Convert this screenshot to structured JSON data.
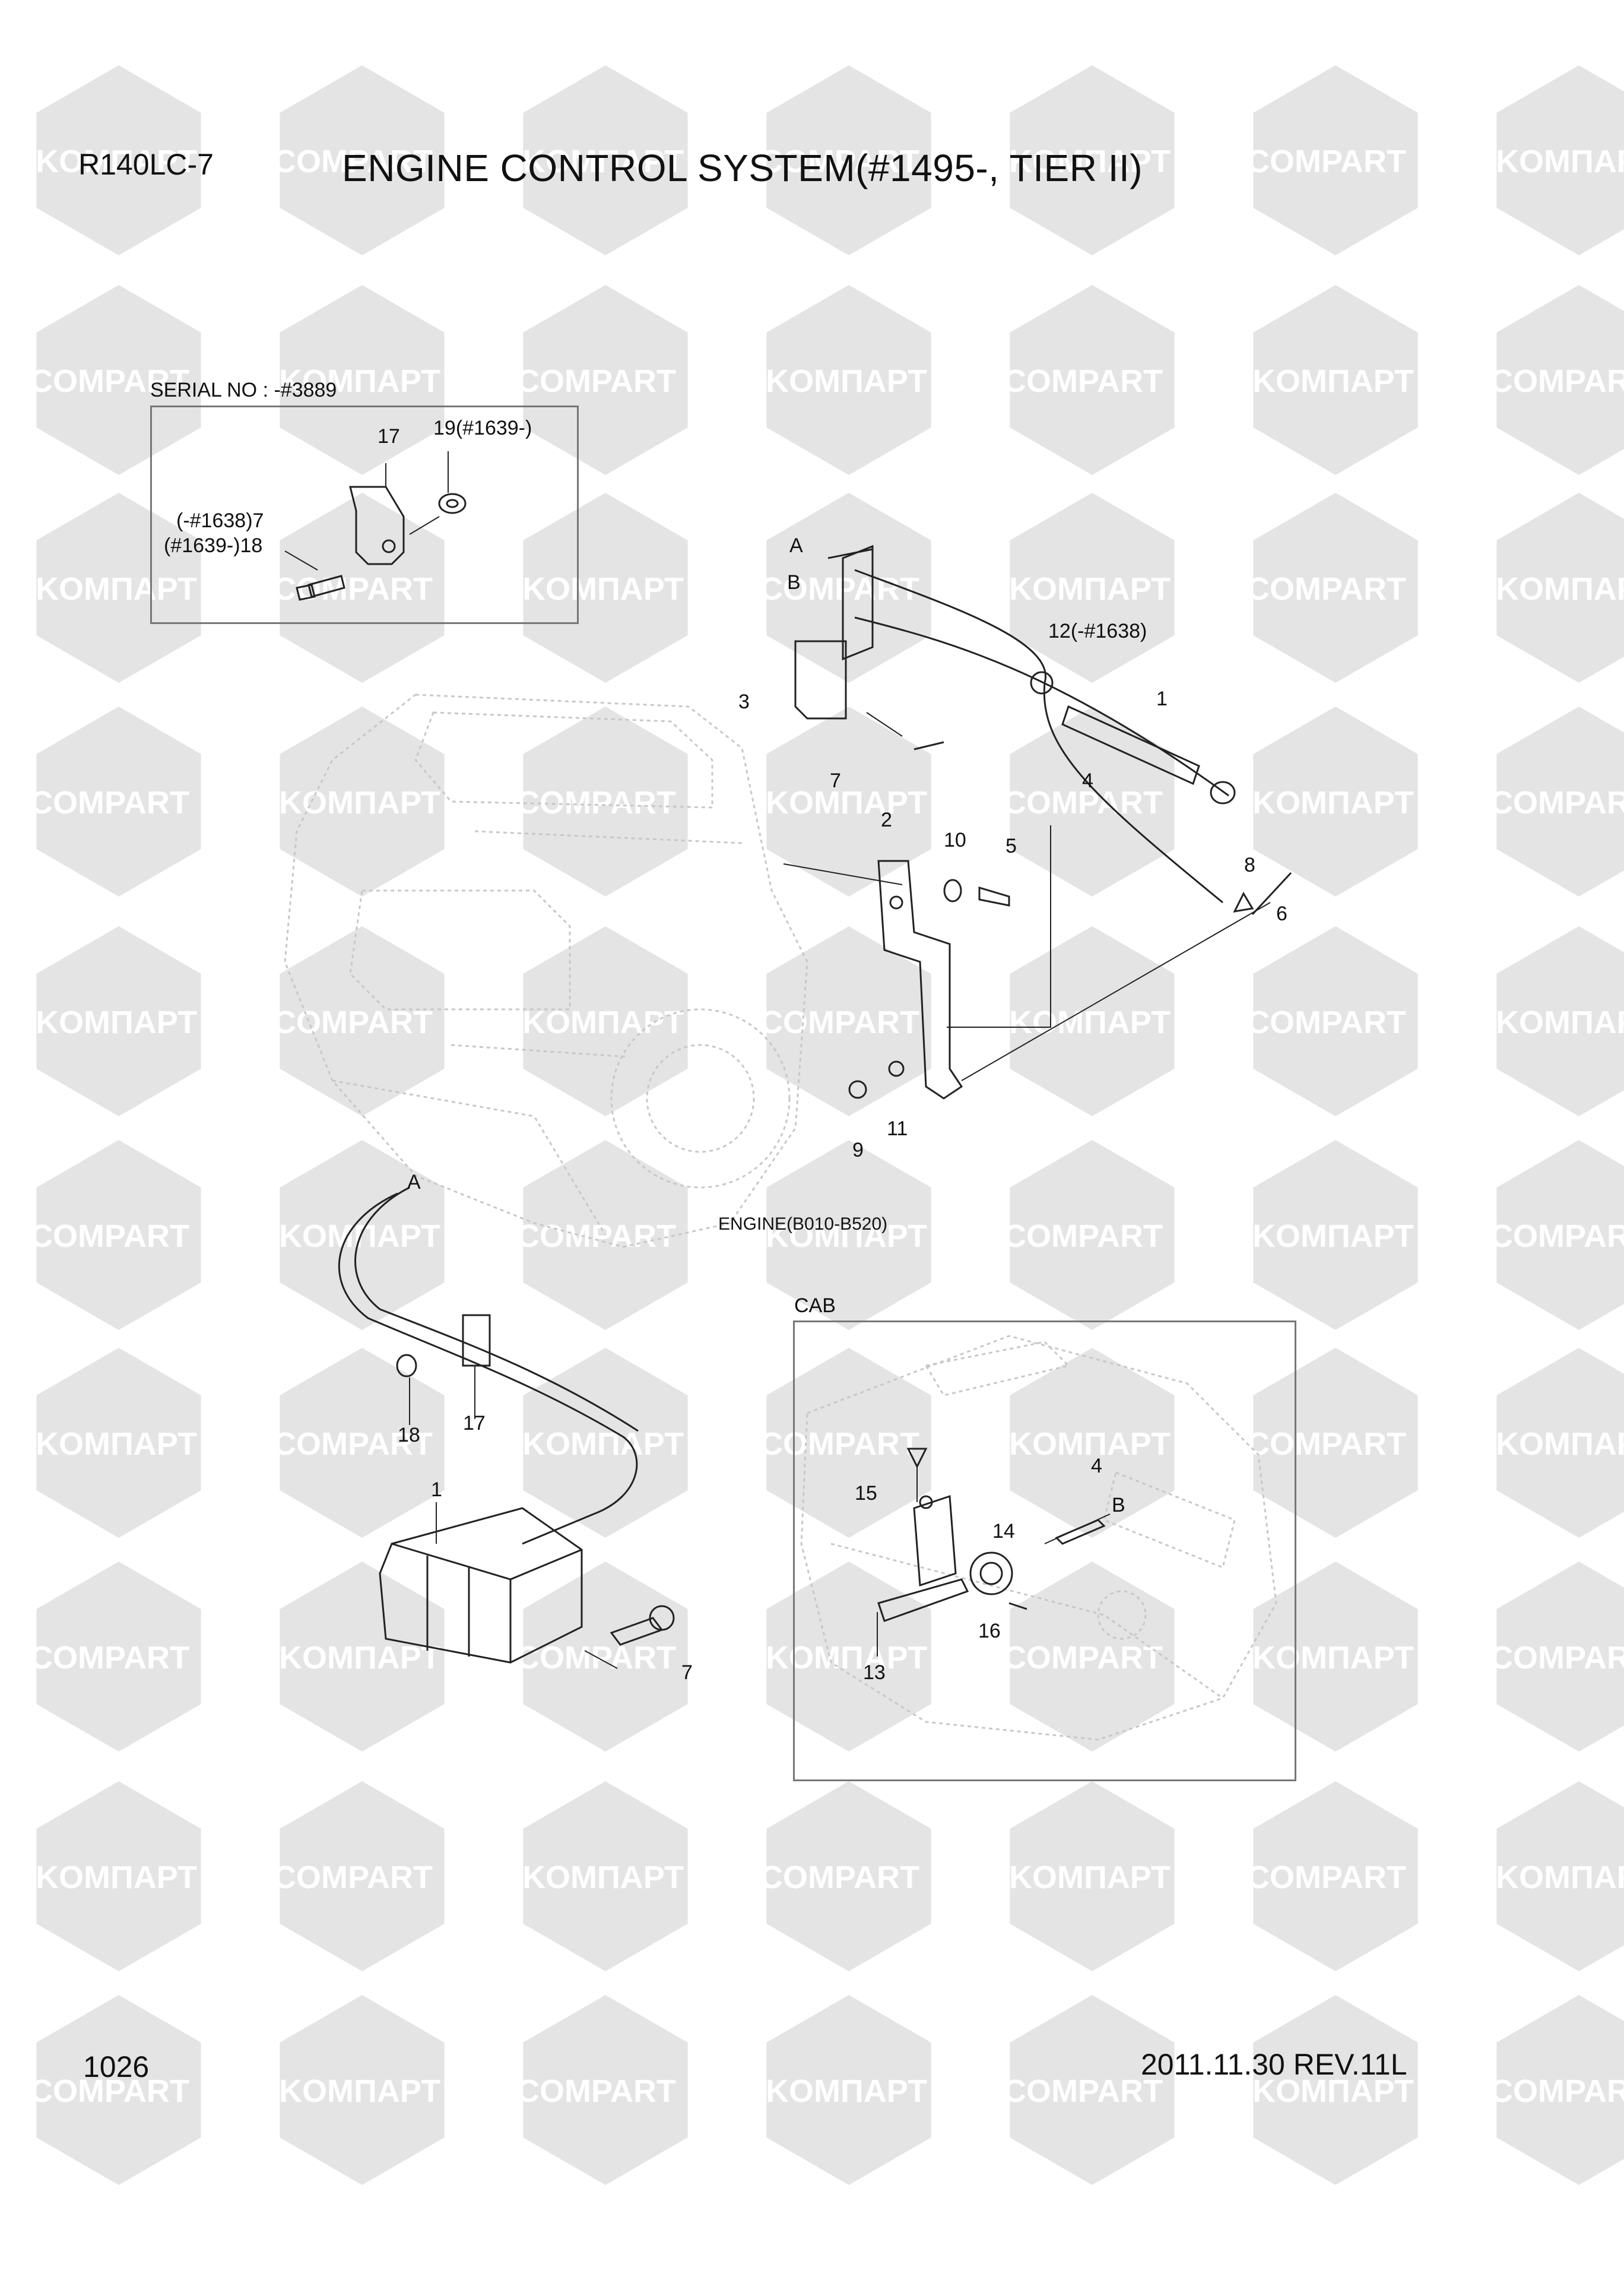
{
  "header": {
    "model": "R140LC-7",
    "title": "ENGINE CONTROL SYSTEM(#1495-, TIER II)"
  },
  "footer": {
    "page_number": "1026",
    "date_rev": "2011.11.30  REV.11L"
  },
  "watermark": {
    "words": [
      "KOMПАРТ",
      "COMPART"
    ],
    "color": "#e4e4e4"
  },
  "sections": {
    "serial_note": "SERIAL NO : -#3889",
    "engine": "ENGINE(B010-B520)",
    "cab": "CAB"
  },
  "callouts": {
    "inset_17": "17",
    "inset_19": "19(#1639-)",
    "inset_7": "(-#1638)7",
    "inset_18": "(#1639-)18",
    "top_A": "A",
    "top_B": "B",
    "top_12": "12(-#1638)",
    "top_1": "1",
    "top_3": "3",
    "top_7": "7",
    "top_4": "4",
    "top_2": "2",
    "top_10": "10",
    "top_5": "5",
    "top_8": "8",
    "top_6": "6",
    "top_9": "9",
    "top_11": "11",
    "bl_A": "A",
    "bl_18": "18",
    "bl_17": "17",
    "bl_1": "1",
    "bl_7": "7",
    "cab_4": "4",
    "cab_B": "B",
    "cab_15": "15",
    "cab_14": "14",
    "cab_16": "16",
    "cab_13": "13"
  }
}
